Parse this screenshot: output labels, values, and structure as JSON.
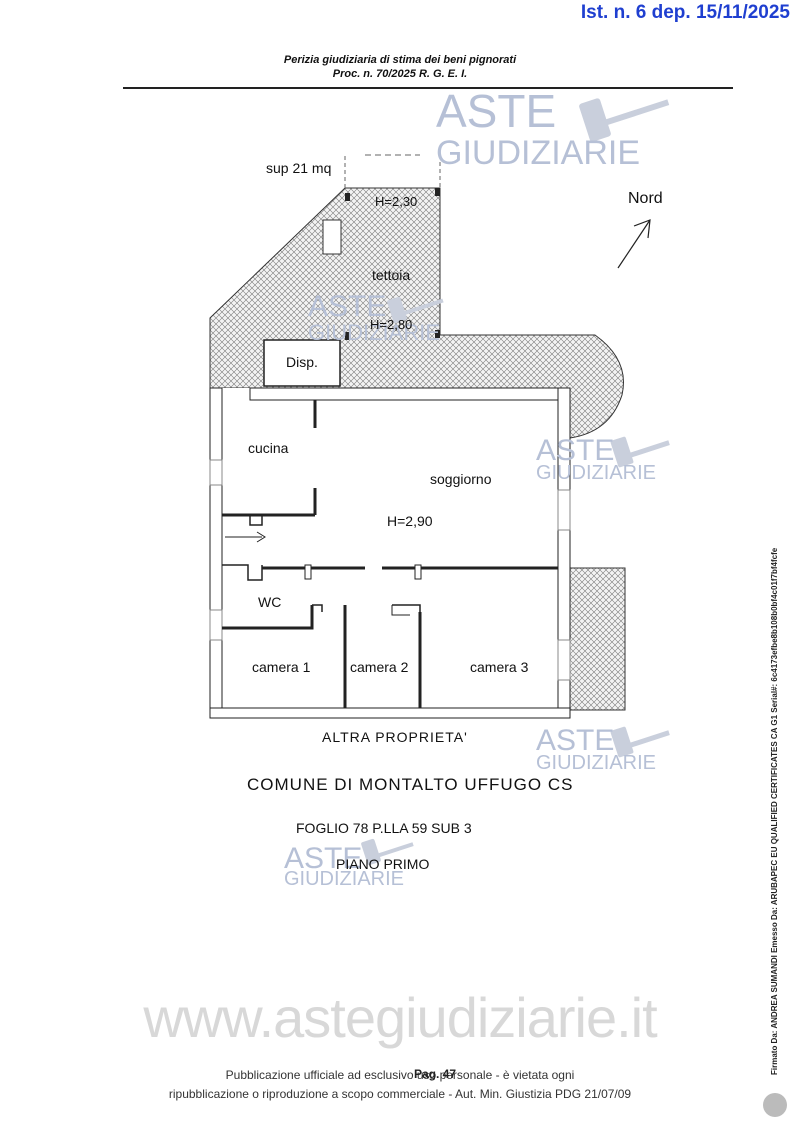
{
  "stamp": "Ist. n. 6 dep. 15/11/2025",
  "header": {
    "line1": "Perizia giudiziaria di stima dei beni pignorati",
    "line2": "Proc. n. 70/2025  R. G. E. I."
  },
  "watermark": {
    "brand_top": "ASTE",
    "brand_bottom": "GIUDIZIARIE",
    "url": "www.astegiudiziarie.it"
  },
  "plan": {
    "sup": "sup 21 mq",
    "h230": "H=2,30",
    "tettoia": "tettoia",
    "h280": "H=2,80",
    "nord": "Nord",
    "disp": "Disp.",
    "cucina": "cucina",
    "soggiorno": "soggiorno",
    "h290": "H=2,90",
    "wc": "WC",
    "camera1": "camera 1",
    "camera2": "camera 2",
    "camera3": "camera 3",
    "altra": "ALTRA  PROPRIETA'"
  },
  "titles": {
    "comune": "COMUNE  DI  MONTALTO  UFFUGO  CS",
    "foglio": "FOGLIO 78   P.LLA  59  SUB 3",
    "piano": "PIANO  PRIMO"
  },
  "footer": {
    "line1": "Pubblicazione ufficiale ad esclusivo uso personale - è vietata ogni",
    "line2": "ripubblicazione o riproduzione a scopo commerciale - Aut. Min. Giustizia PDG 21/07/09",
    "page": "Pag. 47"
  },
  "signature": "Firmato Da: ANDREA SUMANDI Emesso Da: ARUBAPEC EU QUALIFIED CERTIFICATES CA G1 Serial#: 6c4173efbe8b108b0bf4c01f7bf4fcfe",
  "colors": {
    "stamp": "#1f3fd0",
    "watermark": "#b6c0d6",
    "hatch": "#6e6e6e"
  }
}
